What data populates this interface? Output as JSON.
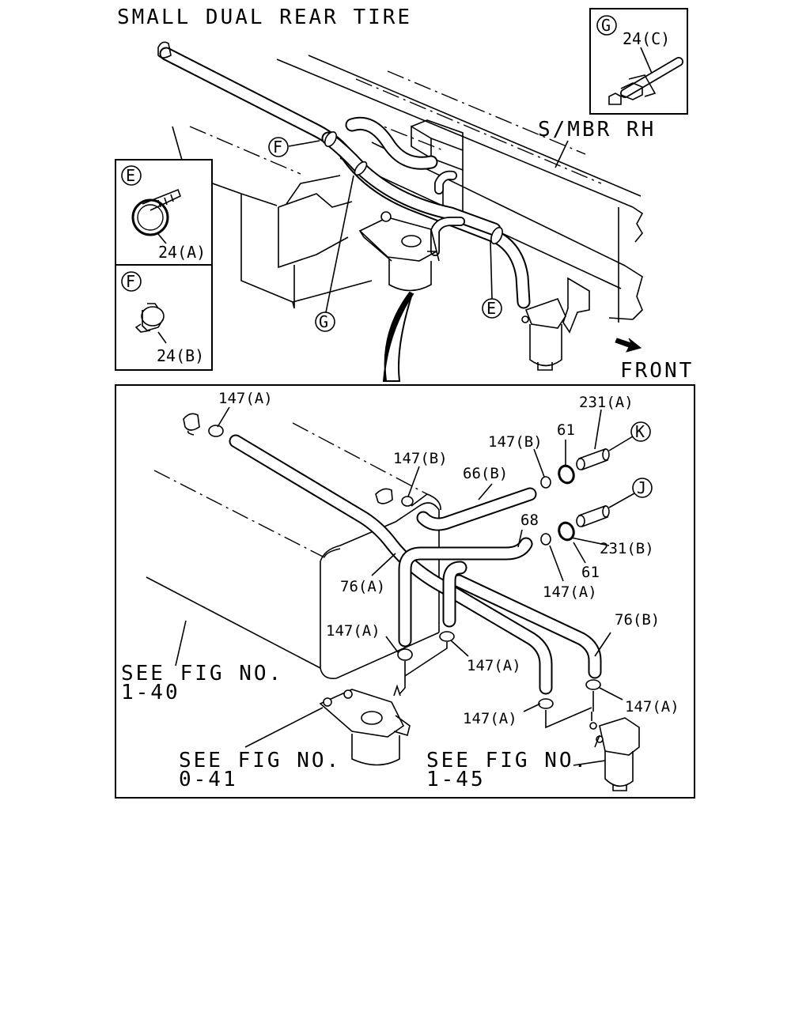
{
  "title": "SMALL DUAL REAR TIRE",
  "top_labels": {
    "s_mbr": "S/MBR RH",
    "front": "FRONT"
  },
  "detail_views": {
    "E": {
      "letter": "E",
      "part": "24(A)"
    },
    "F": {
      "letter": "F",
      "part": "24(B)"
    },
    "G": {
      "letter": "G",
      "part": "24(C)"
    }
  },
  "view_markers": {
    "F": "F",
    "G": "G",
    "E": "E"
  },
  "connector_markers": {
    "K": "K",
    "J": "J"
  },
  "callouts": {
    "c147a_top": "147(A)",
    "c147b_top": "147(B)",
    "c147b_mid": "147(B)",
    "c61_top": "61",
    "c231a": "231(A)",
    "c66b": "66(B)",
    "c68": "68",
    "c231b": "231(B)",
    "c61_bot": "61",
    "c76a": "76(A)",
    "c147a_right": "147(A)",
    "c76b": "76(B)",
    "c147a_left": "147(A)",
    "c147a_center": "147(A)",
    "c147a_br": "147(A)",
    "c147a_bc": "147(A)"
  },
  "references": {
    "fig140_line1": "SEE FIG NO.",
    "fig140_line2": "1-40",
    "fig041_line1": "SEE FIG NO.",
    "fig041_line2": "0-41",
    "fig145_line1": "SEE FIG NO.",
    "fig145_line2": "1-45"
  }
}
